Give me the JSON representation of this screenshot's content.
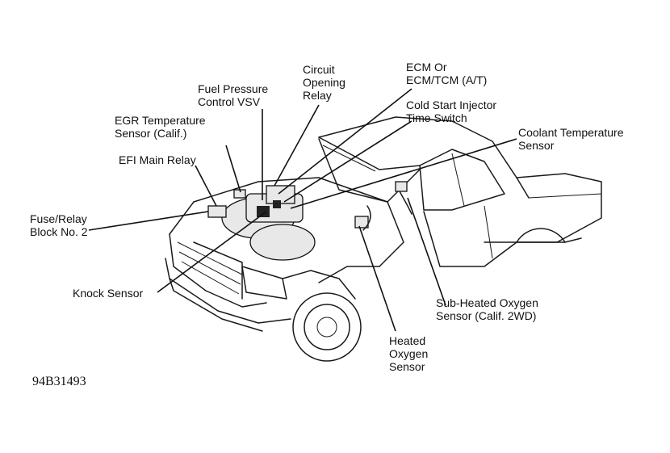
{
  "labels": {
    "circuit_opening_relay": "Circuit\nOpening\nRelay",
    "ecm": "ECM Or\nECM/TCM (A/T)",
    "fuel_pressure_vsv": "Fuel Pressure\nControl VSV",
    "cold_start_switch": "Cold Start Injector\nTime Switch",
    "egr_temp_sensor": "EGR Temperature\nSensor (Calif.)",
    "coolant_temp_sensor": "Coolant Temperature\nSensor",
    "efi_main_relay": "EFI Main Relay",
    "fuse_relay_block": "Fuse/Relay\nBlock No. 2",
    "knock_sensor": "Knock Sensor",
    "sub_heated_o2": "Sub-Heated Oxygen\nSensor (Calif. 2WD)",
    "heated_o2": "Heated\nOxygen\nSensor"
  },
  "figure_code": "94B31493"
}
